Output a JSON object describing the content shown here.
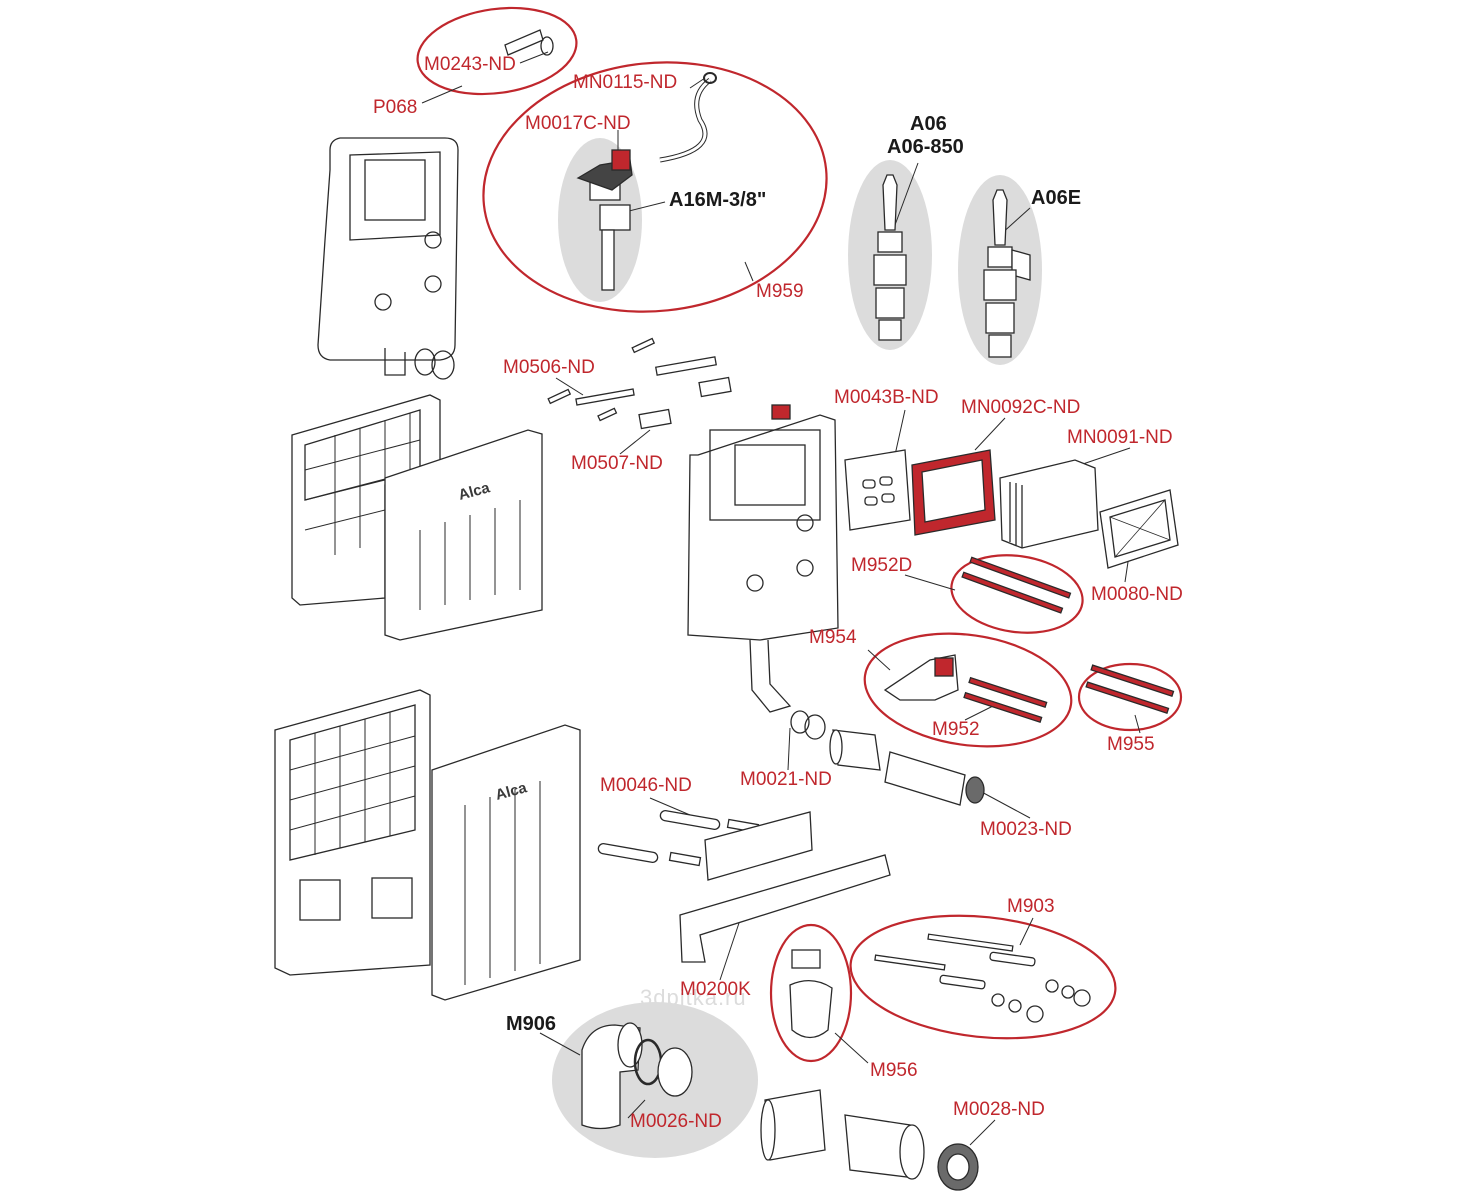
{
  "watermark": "3dpitka.ru",
  "brand": "Alca",
  "labels": {
    "P068": "P068",
    "M0243_ND": "M0243-ND",
    "MN0115_ND": "MN0115-ND",
    "M0017C_ND": "M0017C-ND",
    "A16M": "A16M-3/8\"",
    "M959": "M959",
    "A06": "A06",
    "A06_850": "A06-850",
    "A06E": "A06E",
    "M0506_ND": "M0506-ND",
    "M0507_ND": "M0507-ND",
    "M0043B_ND": "M0043B-ND",
    "MN0092C_ND": "MN0092C-ND",
    "MN0091_ND": "MN0091-ND",
    "M952D": "M952D",
    "M0080_ND": "M0080-ND",
    "M954": "M954",
    "M952": "M952",
    "M955": "M955",
    "M0021_ND": "M0021-ND",
    "M0046_ND": "M0046-ND",
    "M0023_ND": "M0023-ND",
    "M903": "M903",
    "M0200K": "M0200K",
    "M906": "M906",
    "M956": "M956",
    "M0026_ND": "M0026-ND",
    "M0028_ND": "M0028-ND"
  },
  "colors": {
    "label": "#c0272d",
    "outline": "#c0272d",
    "part_line": "#2a2a2a",
    "group_fill": "#dcdcdc",
    "highlight_part": "#c0272d"
  }
}
